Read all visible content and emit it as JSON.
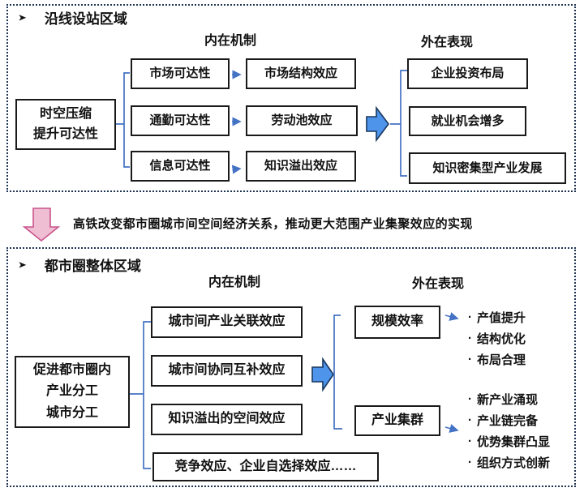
{
  "colors": {
    "big_arrow_fill": "#4d94ea",
    "big_arrow_stroke": "#17375e",
    "connector_blue": "#4472c4",
    "pink_arrow_fill": "#f0bed3",
    "pink_arrow_stroke": "#c9548c",
    "box_border": "#1a1a1a",
    "panel_border": "#1f3352",
    "background": "#ffffff"
  },
  "panel1": {
    "bullet_icon": "➤",
    "title": "沿线设站区域",
    "col_headers": {
      "internal": "内在机制",
      "external": "外在表现"
    },
    "source_box": {
      "line1": "时空压缩",
      "line2": "提升可达性"
    },
    "mechanisms": [
      {
        "input": "市场可达性",
        "effect": "市场结构效应"
      },
      {
        "input": "通勤可达性",
        "effect": "劳动池效应"
      },
      {
        "input": "信息可达性",
        "effect": "知识溢出效应"
      }
    ],
    "outcomes": [
      "企业投资布局",
      "就业机会增多",
      "知识密集型产业发展"
    ]
  },
  "transition": {
    "text": "高铁改变都市圈城市间空间经济关系，推动更大范围产业集聚效应的实现"
  },
  "panel2": {
    "bullet_icon": "➤",
    "title": "都市圈整体区域",
    "col_headers": {
      "internal": "内在机制",
      "external": "外在表现"
    },
    "source_box": {
      "line1": "促进都市圈内",
      "line2": "产业分工",
      "line3": "城市分工"
    },
    "mechanisms": [
      "城市间产业关联效应",
      "城市间协同互补效应",
      "知识溢出的空间效应",
      "竞争效应、企业自选择效应……"
    ],
    "bullet_char": "·",
    "outcomes": [
      {
        "label": "规模效率",
        "details": [
          "产值提升",
          "结构优化",
          "布局合理"
        ]
      },
      {
        "label": "产业集群",
        "details": [
          "新产业涌现",
          "产业链完备",
          "优势集群凸显",
          "组织方式创新"
        ]
      }
    ]
  }
}
